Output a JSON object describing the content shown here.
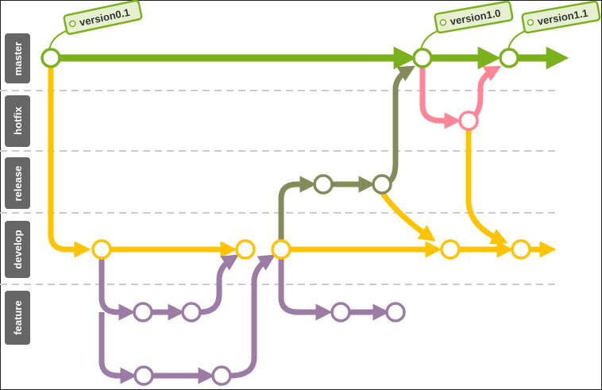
{
  "branches": [
    {
      "name": "master",
      "color": "#7cb11e"
    },
    {
      "name": "hotfix",
      "color": "#ff8597"
    },
    {
      "name": "release",
      "color": "#848a5a"
    },
    {
      "name": "develop",
      "color": "#ffc300"
    },
    {
      "name": "feature",
      "color": "#9c7ba5"
    }
  ],
  "tags": [
    "version0.1",
    "version1.0",
    "version1.1"
  ],
  "label_bg": "#666666"
}
